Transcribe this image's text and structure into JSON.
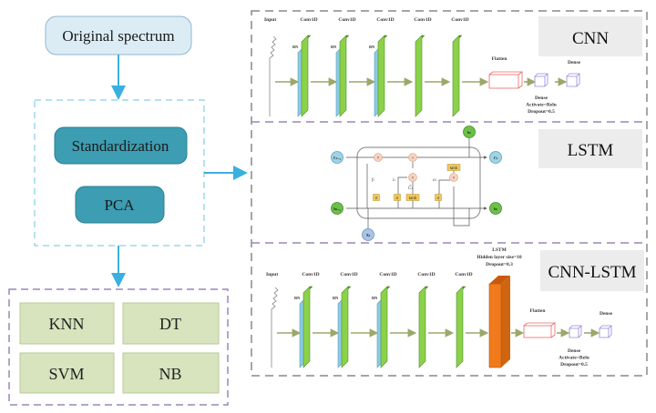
{
  "preprocess": {
    "source": "Original spectrum",
    "steps": [
      "Standardization",
      "PCA"
    ]
  },
  "classifiers": [
    "KNN",
    "DT",
    "SVM",
    "NB"
  ],
  "cnn": {
    "title": "CNN",
    "input": "Input",
    "conv": [
      "Conv1D",
      "Conv1D",
      "Conv1D",
      "Conv1D",
      "Conv1D"
    ],
    "bn": [
      "BN",
      "BN",
      "BN"
    ],
    "flatten": "Flatten",
    "dense_top": "Dense",
    "dense_info": [
      "Dense",
      "Activate=Relu",
      "Dropout=0.5"
    ]
  },
  "lstm": {
    "title": "LSTM",
    "nodes": {
      "c_prev": "Cₜ₋₁",
      "c_t": "Cₜ",
      "h_prev": "hₜ₋₁",
      "h_t": "hₜ",
      "h_out": "hₜ",
      "x_t": "Xₜ"
    },
    "gates": {
      "f": "fₜ",
      "i": "iₜ",
      "c_tilde": "C̃ₜ",
      "o": "oₜ"
    },
    "sigma": "σ",
    "tanh": "tanh",
    "times": "×",
    "plus": "+"
  },
  "cnn_lstm": {
    "title": "CNN-LSTM",
    "input": "Input",
    "conv": [
      "Conv1D",
      "Conv1D",
      "Conv1D",
      "Conv1D",
      "Conv1D"
    ],
    "bn": [
      "BN",
      "BN",
      "BN"
    ],
    "lstm_info": [
      "LSTM",
      "Hidden layer size=10",
      "Dropout=0.3"
    ],
    "flatten": "Flatten",
    "dense_top": "Dense",
    "dense_info": [
      "Dense",
      "Activate=Relu",
      "Dropout=0.5"
    ]
  },
  "colors": {
    "teal": "#3d9db2",
    "light_blue": "#dcecf5",
    "arrow_blue": "#3ab0e0",
    "classifier": "#d7e4bd",
    "conv": "#8cd14a",
    "bn": "#8ccbe4",
    "lstm_block": "#f07a1c",
    "purple_dash": "#9b86b8"
  }
}
